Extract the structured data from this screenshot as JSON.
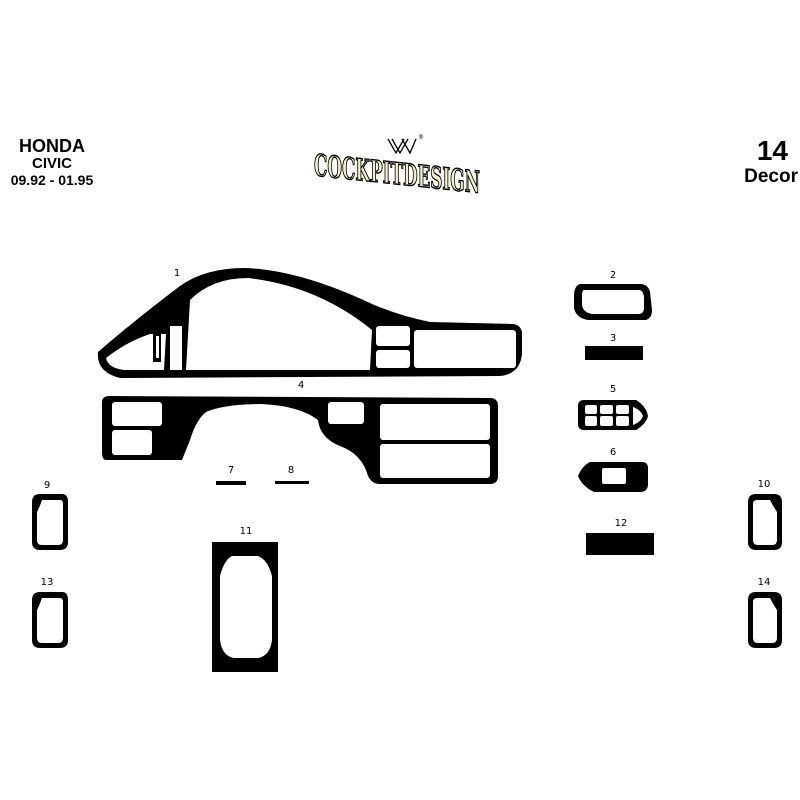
{
  "header": {
    "make": "HONDA",
    "model": "CIVIC",
    "years": "09.92 - 01.95",
    "piece_count": "14",
    "piece_type": "Decor"
  },
  "logo": {
    "text": "COCKPITDESIGN",
    "registered_mark": "®"
  },
  "part_labels": [
    "1",
    "2",
    "3",
    "4",
    "5",
    "6",
    "7",
    "8",
    "9",
    "10",
    "11",
    "12",
    "13",
    "14"
  ],
  "colors": {
    "part_fill": "#000000",
    "cutout": "#ffffff",
    "background": "#ffffff"
  }
}
